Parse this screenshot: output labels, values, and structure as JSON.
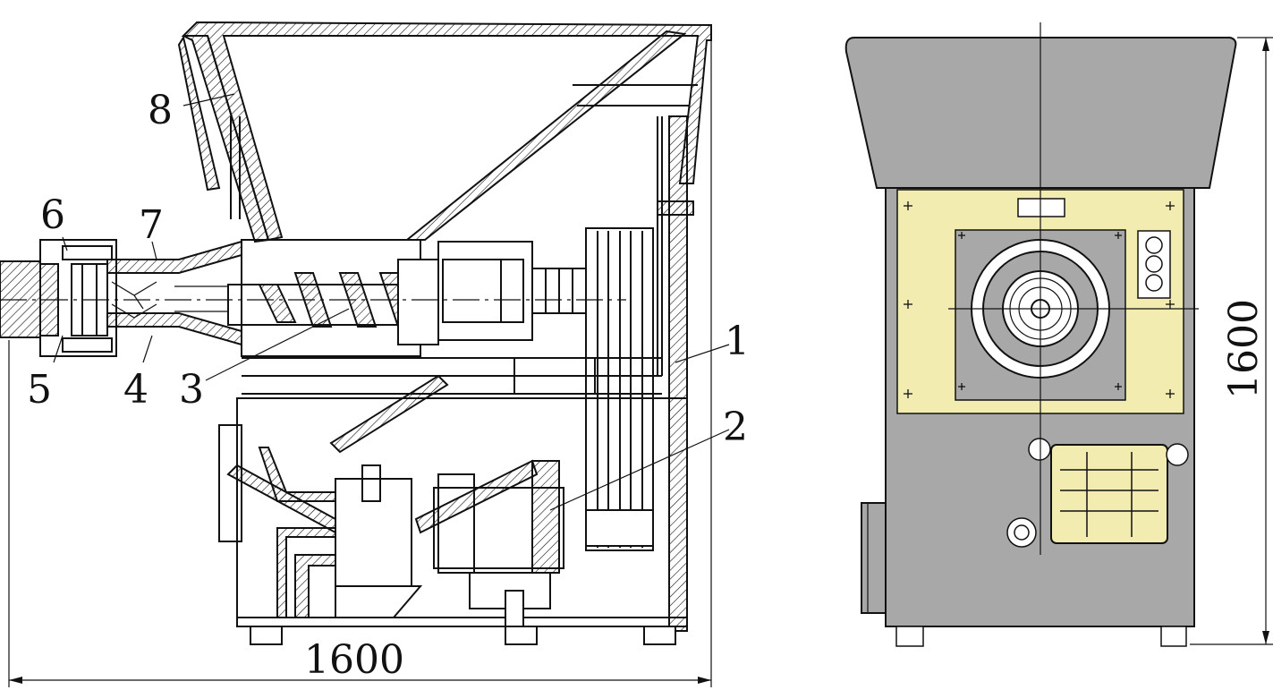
{
  "callouts": {
    "c1": "1",
    "c2": "2",
    "c3": "3",
    "c4": "4",
    "c5": "5",
    "c6": "6",
    "c7": "7",
    "c8": "8"
  },
  "dimensions": {
    "width_label": "1600",
    "height_label": "1600"
  },
  "colors": {
    "hopper_gray": "#a8a8a8",
    "body_gray": "#a8a8a8",
    "panel_yellow": "#f2ecb0",
    "line": "#111111"
  }
}
